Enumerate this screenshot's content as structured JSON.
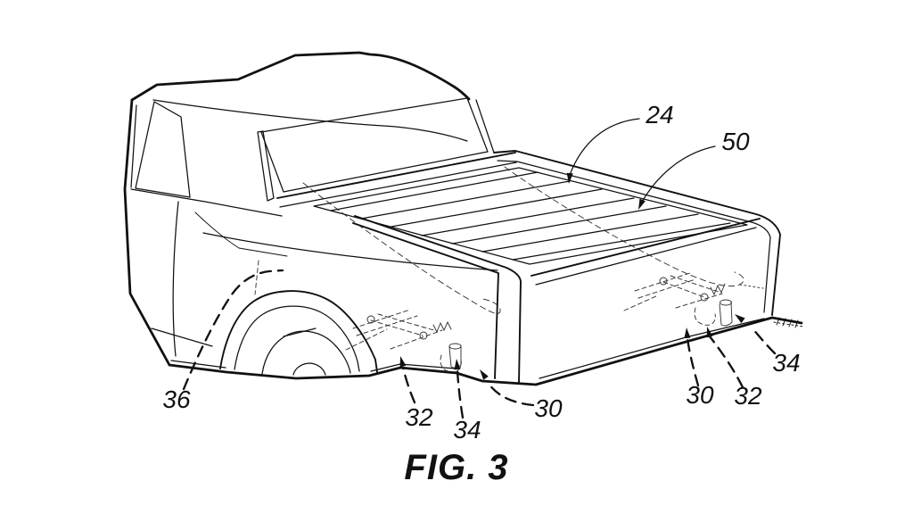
{
  "figure": {
    "caption": "FIG. 3"
  },
  "labels": {
    "l24": "24",
    "l50": "50",
    "l36": "36",
    "l32_left": "32",
    "l34_left": "34",
    "l30_center": "30",
    "l30_right": "30",
    "l32_right": "32",
    "l34_right": "34"
  },
  "colors": {
    "ink": "#111111",
    "background": "#ffffff"
  }
}
